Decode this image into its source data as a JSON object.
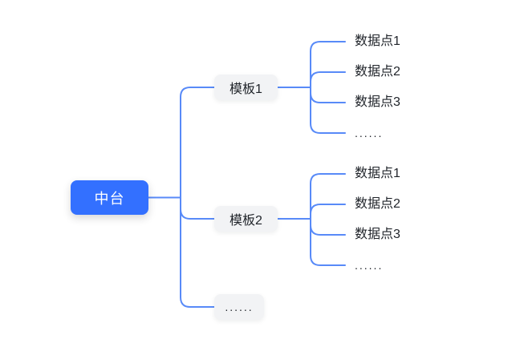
{
  "diagram": {
    "type": "mindmap",
    "direction": "right",
    "root": {
      "label": "中台"
    },
    "branches": [
      {
        "label": "模板1",
        "children": [
          "数据点1",
          "数据点2",
          "数据点3",
          "......"
        ]
      },
      {
        "label": "模板2",
        "children": [
          "数据点1",
          "数据点2",
          "数据点3",
          "......"
        ]
      },
      {
        "label": "......",
        "children": []
      }
    ],
    "colors": {
      "background": "#ffffff",
      "root_bg": "#3370ff",
      "root_text": "#ffffff",
      "branch_bg": "#f2f3f5",
      "branch_text": "#1f2329",
      "leaf_text": "#1f2329",
      "connector": "#588af8"
    }
  }
}
